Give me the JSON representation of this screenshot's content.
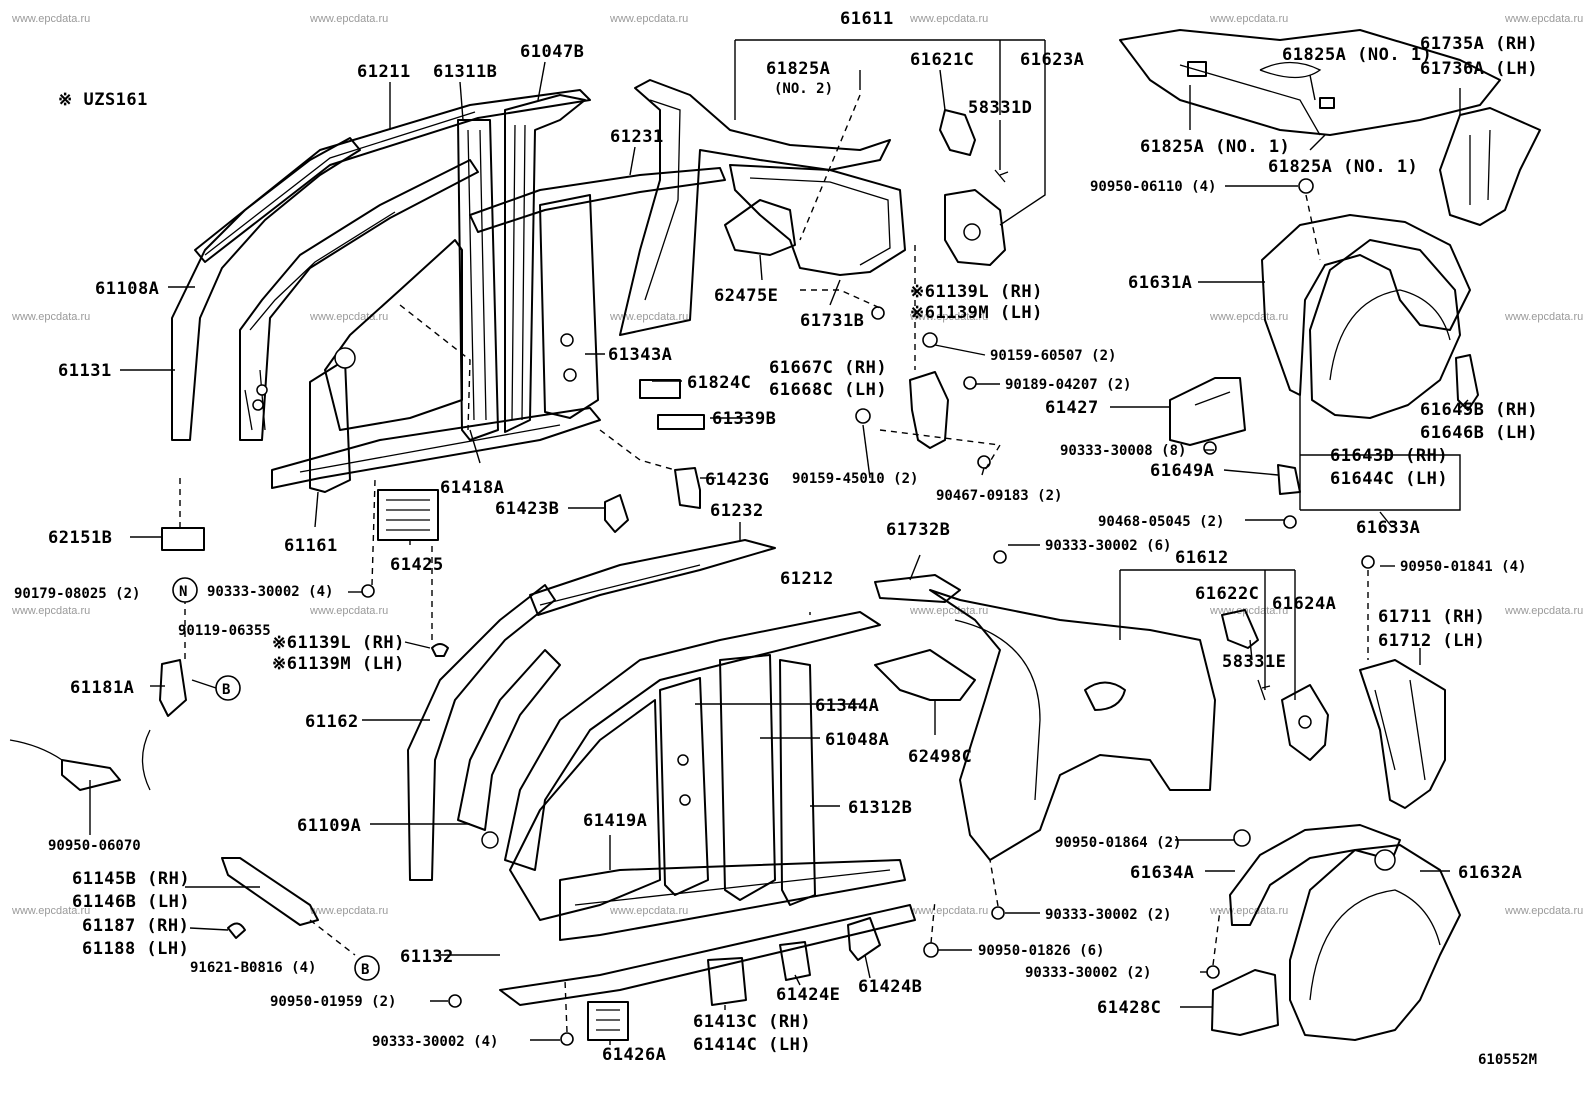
{
  "watermark": "www.epcdata.ru",
  "note": "※ UZS161",
  "figure_code": "610552M",
  "circle_marks": {
    "n": "N",
    "b": "B"
  },
  "labels": {
    "p61611": "61611",
    "p61211": "61211",
    "p61311B": "61311B",
    "p61047B": "61047B",
    "p61231": "61231",
    "p61825A_no2": "61825A",
    "p61825A_no2_sub": "(NO. 2)",
    "p61621C": "61621C",
    "p61623A": "61623A",
    "p58331D": "58331D",
    "p61825A_no1_top": "61825A (NO. 1)",
    "p61735A": "61735A (RH)",
    "p61736A": "61736A (LH)",
    "p61825A_no1_a": "61825A (NO. 1)",
    "p61825A_no1_b": "61825A (NO. 1)",
    "p90950_06110": "90950-06110 (4)",
    "p61108A": "61108A",
    "p62475E": "62475E",
    "p61731B": "61731B",
    "p61139L_a": "※61139L (RH)",
    "p61139M_a": "※61139M (LH)",
    "p61631A": "61631A",
    "p61131": "61131",
    "p61343A": "61343A",
    "p90159_60507": "90159-60507 (2)",
    "p61667C": "61667C (RH)",
    "p61668C": "61668C (LH)",
    "p61824C": "61824C",
    "p90189_04207": "90189-04207 (2)",
    "p61427": "61427",
    "p61645B": "61645B (RH)",
    "p61646B": "61646B (LH)",
    "p61339B": "61339B",
    "p90333_30008": "90333-30008 (8)",
    "p61643D": "61643D (RH)",
    "p61644C": "61644C (LH)",
    "p61649A": "61649A",
    "p61423G": "61423G",
    "p90159_45010": "90159-45010 (2)",
    "p90467_09183": "90467-09183 (2)",
    "p61418A": "61418A",
    "p61423B": "61423B",
    "p61232": "61232",
    "p90468_05045": "90468-05045 (2)",
    "p61633A": "61633A",
    "p62151B": "62151B",
    "p61161": "61161",
    "p61732B": "61732B",
    "p90333_30002_6": "90333-30002 (6)",
    "p61612": "61612",
    "p61425": "61425",
    "p90950_01841": "90950-01841 (4)",
    "p90179_08025": "90179-08025 (2)",
    "p90333_30002_4a": "90333-30002 (4)",
    "p61622C": "61622C",
    "p61624A": "61624A",
    "p61212": "61212",
    "p61711": "61711 (RH)",
    "p61712": "61712 (LH)",
    "p90119_06355": "90119-06355",
    "p61139L_b": "※61139L (RH)",
    "p61139M_b": "※61139M (LH)",
    "p58331E": "58331E",
    "p61181A": "61181A",
    "p61162": "61162",
    "p61344A": "61344A",
    "p61048A": "61048A",
    "p62498C": "62498C",
    "p61312B": "61312B",
    "p61109A": "61109A",
    "p61419A": "61419A",
    "p90950_06070": "90950-06070",
    "p90950_01864": "90950-01864 (2)",
    "p61145B": "61145B (RH)",
    "p61146B": "61146B (LH)",
    "p61634A": "61634A",
    "p61632A": "61632A",
    "p61187": "61187 (RH)",
    "p61188": "61188 (LH)",
    "p90333_30002_2a": "90333-30002 (2)",
    "p91621_B0816": "91621-B0816 (4)",
    "p61132": "61132",
    "p90950_01826": "90950-01826 (6)",
    "p61424E": "61424E",
    "p61424B": "61424B",
    "p90333_30002_2b": "90333-30002 (2)",
    "p90950_01959": "90950-01959 (2)",
    "p61428C": "61428C",
    "p90333_30002_4b": "90333-30002 (4)",
    "p61413C": "61413C (RH)",
    "p61414C": "61414C (LH)",
    "p61426A": "61426A"
  }
}
